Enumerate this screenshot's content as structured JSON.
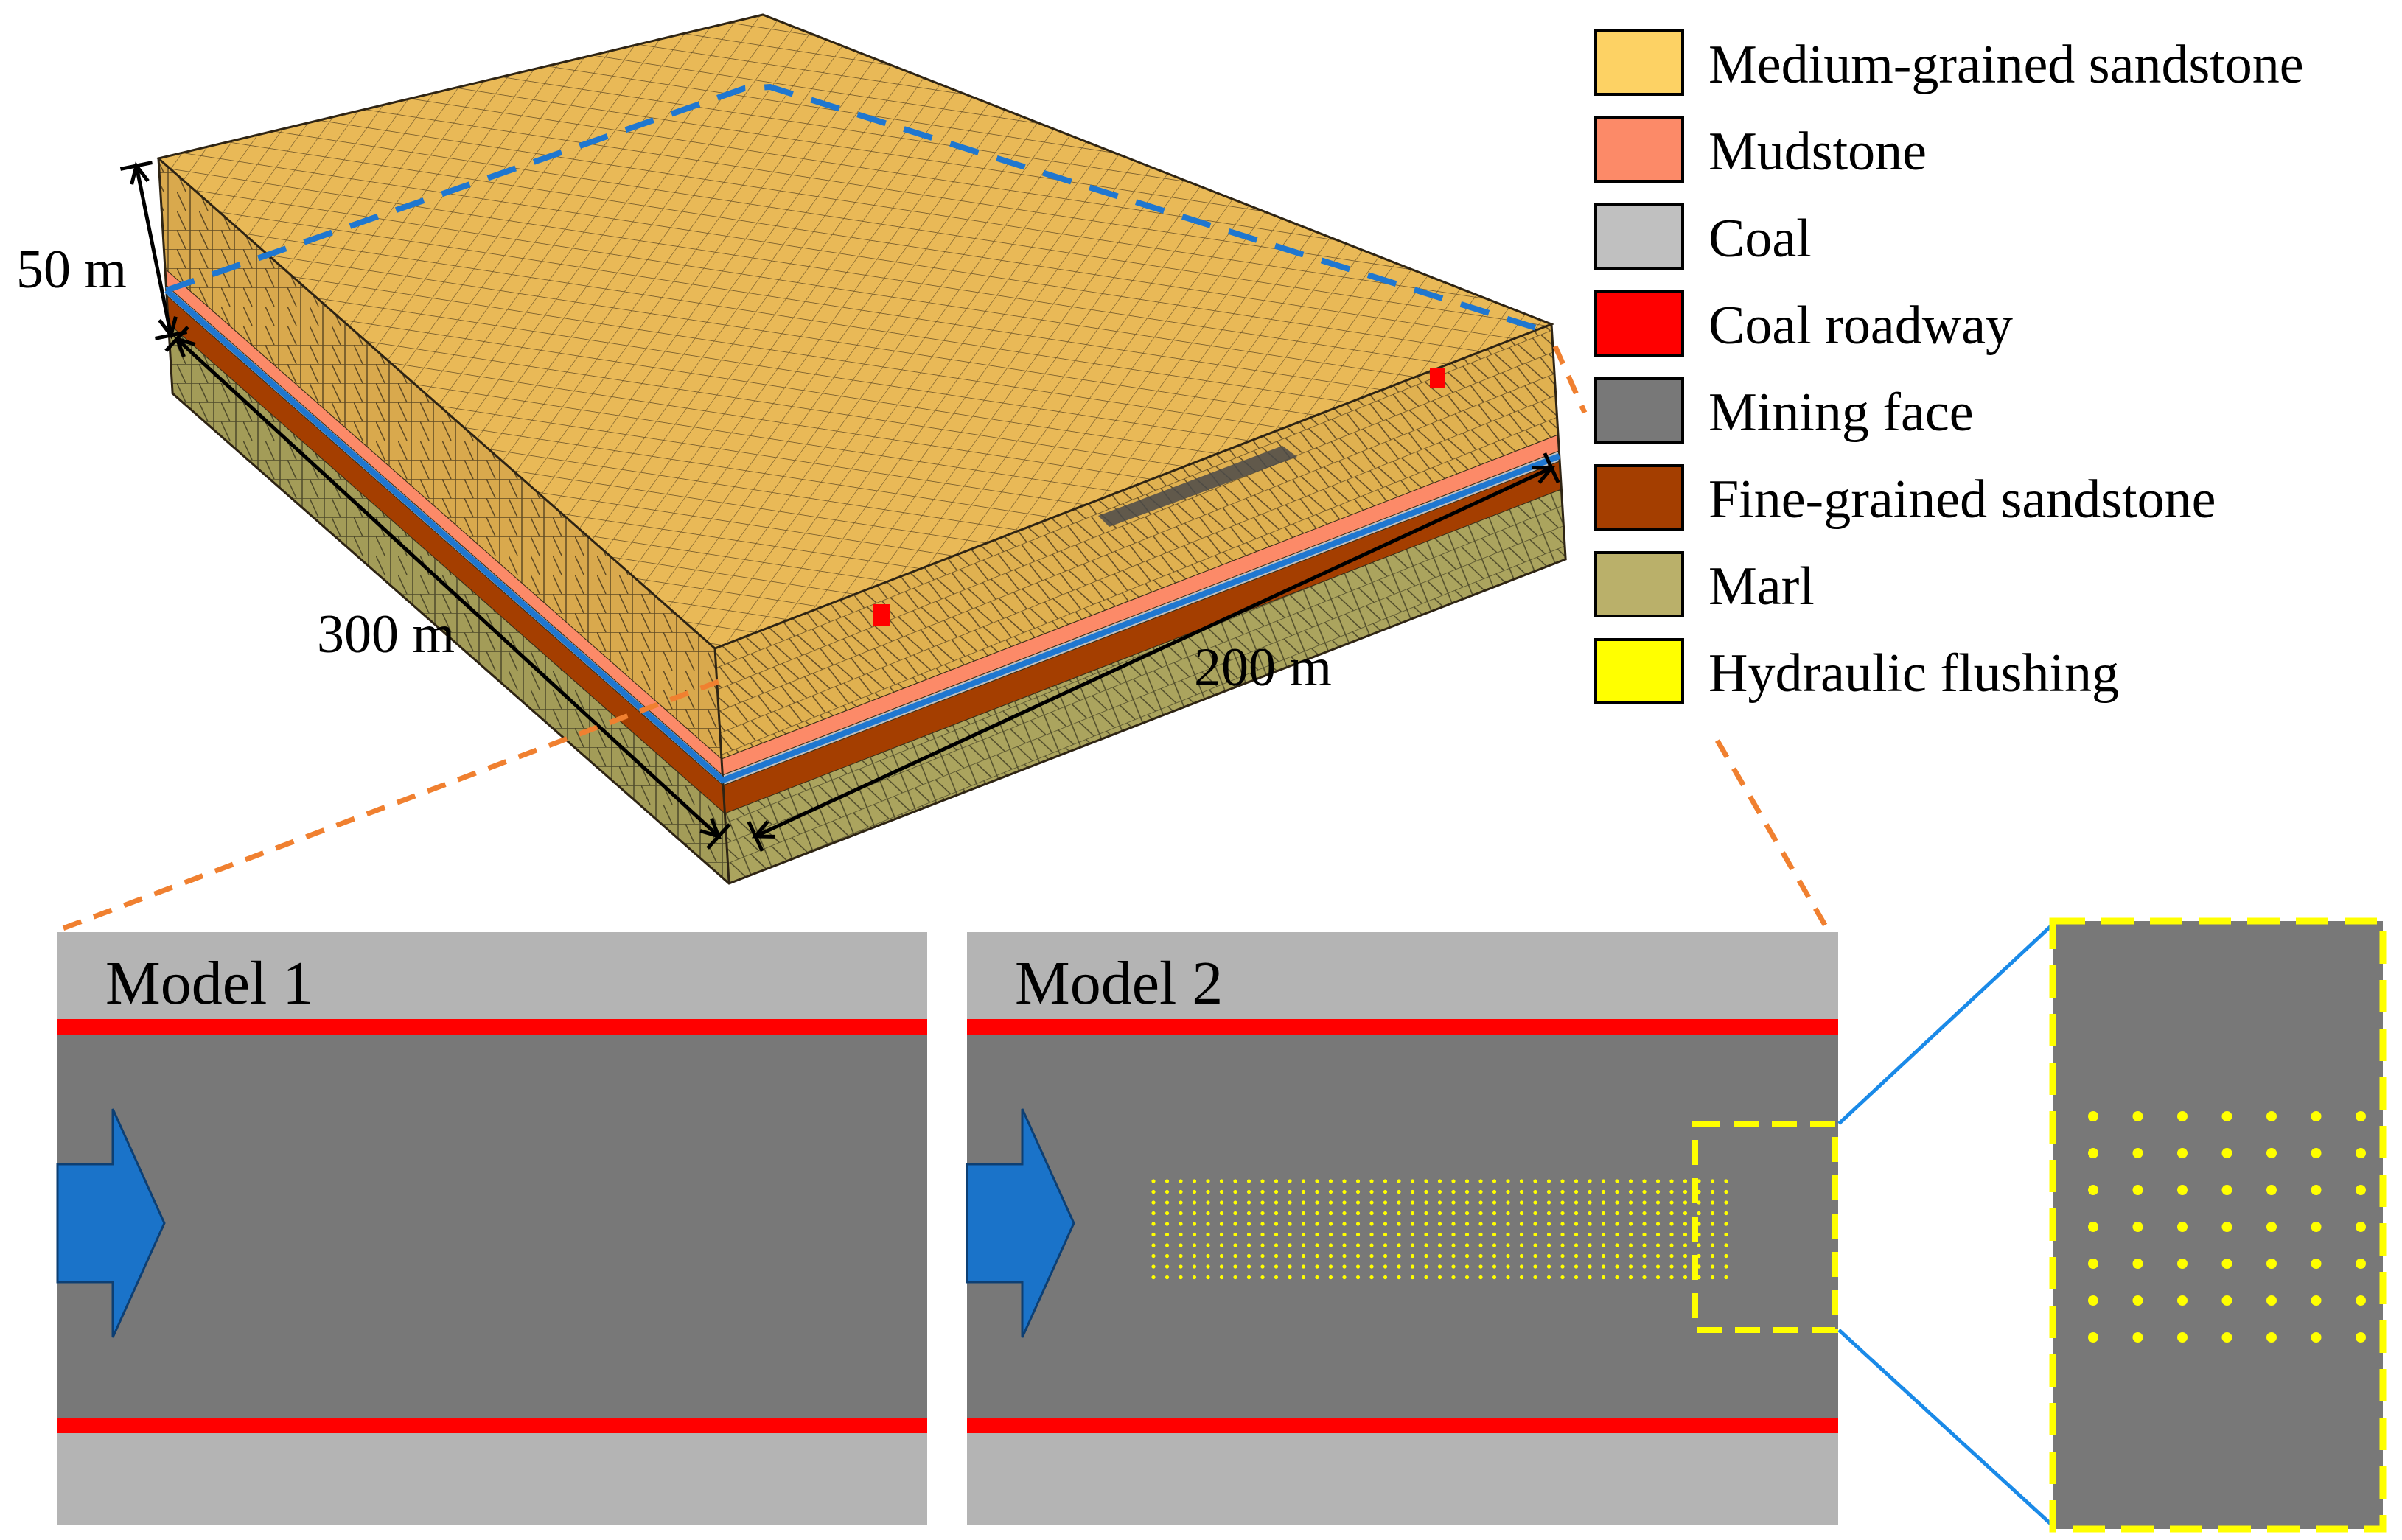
{
  "dimensions": {
    "height": "50 m",
    "length": "300 m",
    "width": "200 m"
  },
  "legend": [
    {
      "label": "Medium-grained sandstone",
      "color": "#fdd264"
    },
    {
      "label": "Mudstone",
      "color": "#fc8a68"
    },
    {
      "label": "Coal",
      "color": "#c0c0c0"
    },
    {
      "label": "Coal roadway",
      "color": "#ff0000"
    },
    {
      "label": "Mining face",
      "color": "#787878"
    },
    {
      "label": "Fine-grained sandstone",
      "color": "#a43e00"
    },
    {
      "label": "Marl",
      "color": "#bab06a"
    },
    {
      "label": "Hydraulic flushing",
      "color": "#ffff00"
    }
  ],
  "models": {
    "model1": {
      "title": "Model 1"
    },
    "model2": {
      "title": "Model 2"
    }
  },
  "colors": {
    "sandstone_top": "#e9b957",
    "sandstone_side": "#d9aa4e",
    "mesh_line": "#5a4a2a",
    "boundary_blue": "#1f77d0",
    "callout_orange": "#f08030",
    "zoom_blue": "#1a8ae8",
    "flow_arrow": "#1a73c9",
    "face_grey": "#787878",
    "rib_grey": "#b4b4b4",
    "roadway_red": "#ff0000",
    "flush_yellow": "#ffff00"
  }
}
